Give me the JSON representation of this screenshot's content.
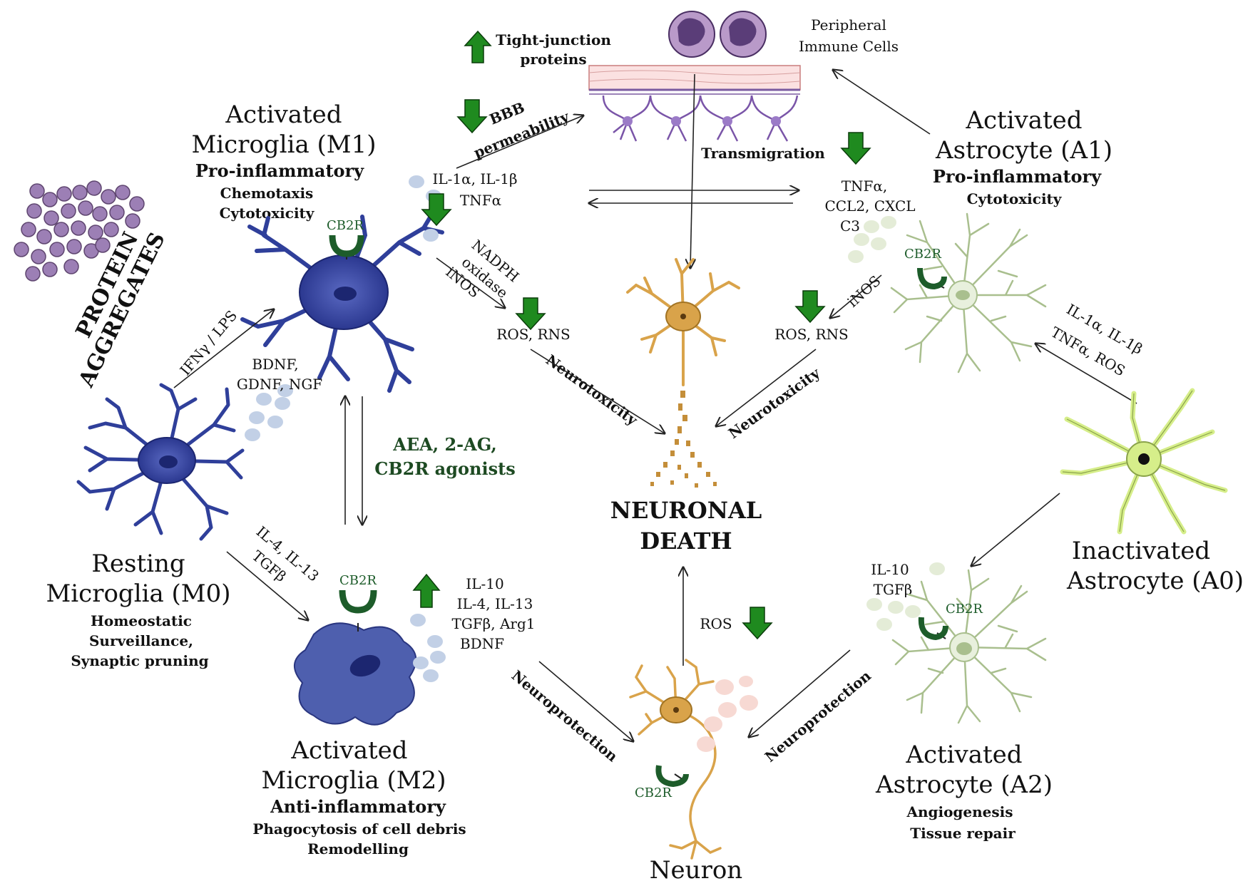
{
  "labels": {
    "tight_junction": [
      "Tight-junction",
      "proteins"
    ],
    "peripheral_immune": [
      "Peripheral",
      "Immune Cells"
    ],
    "bbb_permeability": [
      "BBB",
      "permeability"
    ],
    "transmigration": "Transmigration",
    "m1_title": [
      "Activated",
      "Microglia (M1)"
    ],
    "m1_role": "Pro-inflammatory",
    "m1_functions": [
      "Chemotaxis",
      "Cytotoxicity"
    ],
    "m1_cytokines": [
      "IL-1α,  IL-1β",
      "TNFα"
    ],
    "cb2r": "CB2R",
    "protein_aggregates": [
      "PROTEIN",
      "AGGREGATES"
    ],
    "nadph": [
      "NADPH",
      "oxidase",
      "iNOS"
    ],
    "ros_rns": "ROS, RNS",
    "neurotoxicity": "Neurotoxicity",
    "neuronal_death": [
      "NEURONAL",
      "DEATH"
    ],
    "a1_title": [
      "Activated",
      "Astrocyte (A1)"
    ],
    "a1_role": "Pro-inflammatory",
    "a1_function": "Cytotoxicity",
    "a1_cytokines": [
      "TNFα,",
      "CCL2, CXCL",
      "C3"
    ],
    "inos": "iNOS",
    "ifn_lps": "IFNγ / LPS",
    "neurotrophins": [
      "BDNF,",
      "GDNF, NGF"
    ],
    "cannabinoids": [
      "AEA, 2-AG,",
      "CB2R agonists"
    ],
    "a0_signals": [
      "IL-1α,  IL-1β",
      "TNFα, ROS"
    ],
    "m0_title": [
      "Resting",
      "Microglia (M0)"
    ],
    "m0_functions": [
      "Homeostatic",
      "Surveillance,",
      "Synaptic pruning"
    ],
    "m2_signals": [
      "IL-4, IL-13",
      "TGFβ"
    ],
    "m2_cytokines": [
      "IL-10",
      "IL-4, IL-13",
      "TGFβ, Arg1",
      "BDNF"
    ],
    "m2_title": [
      "Activated",
      "Microglia (M2)"
    ],
    "m2_role": "Anti-inflammatory",
    "m2_functions": [
      "Phagocytosis of cell debris",
      "Remodelling"
    ],
    "neuroprotection": "Neuroprotection",
    "ros": "ROS",
    "neuron": "Neuron",
    "a0_title": [
      "Inactivated",
      "Astrocyte (A0)"
    ],
    "a2_cytokines": [
      "IL-10",
      "TGFβ"
    ],
    "a2_title": [
      "Activated",
      "Astrocyte (A2)"
    ],
    "a2_functions": [
      "Angiogenesis",
      "Tissue repair"
    ]
  },
  "colors": {
    "microglia": "#2f3f9a",
    "microglia_m2": "#4e5fae",
    "neuron": "#d9a34a",
    "astrocyte_active": "#a9bf8e",
    "astrocyte_inactive": "#d6ee8a",
    "receptor": "#1d5c2a",
    "indicator_arrow": "#1f8a1f",
    "protein": "#9c7fb5",
    "vesicle_blue": "#c2d0e6",
    "vesicle_green": "#e4ecd7",
    "vesicle_pink": "#f7d9d3"
  }
}
